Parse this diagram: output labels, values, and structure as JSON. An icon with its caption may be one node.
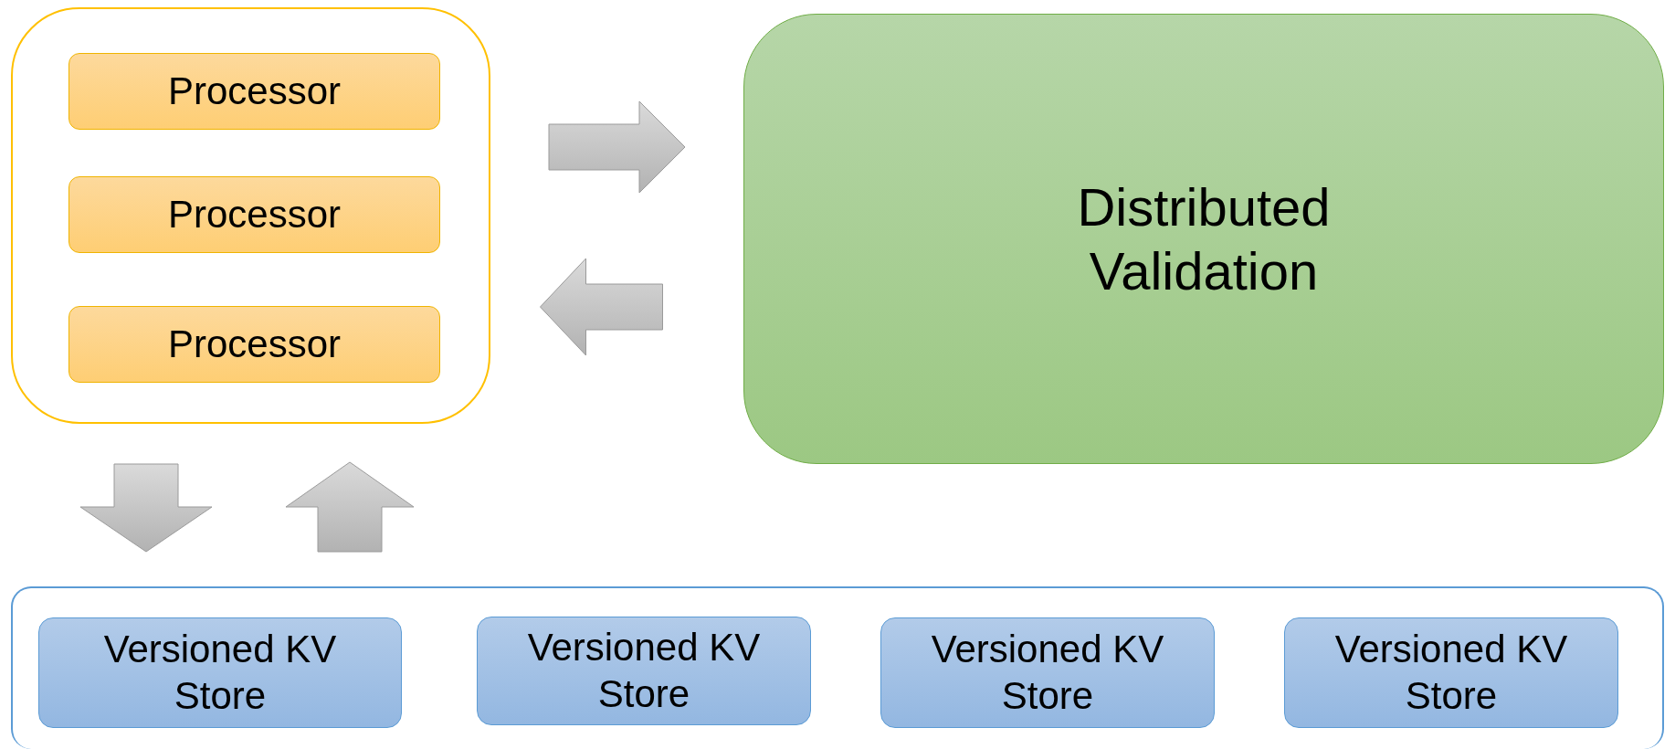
{
  "diagram": {
    "nodes": [
      {
        "text": [],
        "shape": "box"
      },
      {
        "text": [
          "Processor"
        ],
        "in": 0
      },
      {
        "text": [
          "Processor"
        ],
        "in": 0
      },
      {
        "text": [
          "Processor"
        ],
        "in": 0
      },
      {
        "text": [
          "Distributed Validation"
        ]
      },
      {
        "text": [],
        "shape": "box"
      },
      {
        "text": [
          "Versioned KV Store"
        ],
        "in": 5
      },
      {
        "text": [
          "Versioned KV Store"
        ],
        "in": 5
      },
      {
        "text": [
          "Versioned KV Store"
        ],
        "in": 5
      },
      {
        "text": [
          "Versioned KV Store"
        ],
        "in": 5
      }
    ],
    "edges": [
      {
        "from": 0,
        "to": 4,
        "arrow": "to"
      },
      {
        "from": 4,
        "to": 0,
        "arrow": "to"
      },
      {
        "from": 0,
        "to": 5,
        "arrow": "to"
      },
      {
        "from": 5,
        "to": 0,
        "arrow": "to"
      }
    ]
  }
}
